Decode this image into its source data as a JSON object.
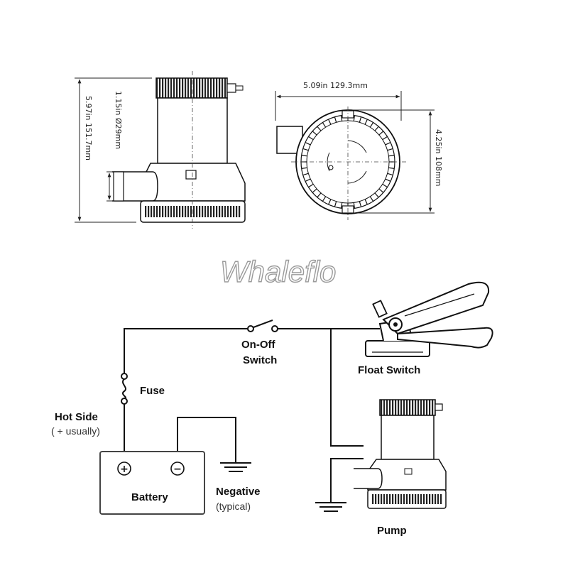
{
  "brand": "Whaleflo",
  "dimensions": {
    "height": "5.97in  151.7mm",
    "outlet_diameter": "1.15in  Ø29mm",
    "width": "5.09in  129.3mm",
    "depth": "4.25in  108mm"
  },
  "wiring": {
    "switch_line1": "On-Off",
    "switch_line2": "Switch",
    "fuse": "Fuse",
    "hot_side_line1": "Hot Side",
    "hot_side_line2": "( + usually)",
    "battery": "Battery",
    "plus": "+",
    "minus": "−",
    "negative_line1": "Negative",
    "negative_line2": "(typical)",
    "float_switch": "Float Switch",
    "pump": "Pump"
  },
  "colors": {
    "line": "#111111",
    "brand_outline": "#9a9a9a"
  }
}
